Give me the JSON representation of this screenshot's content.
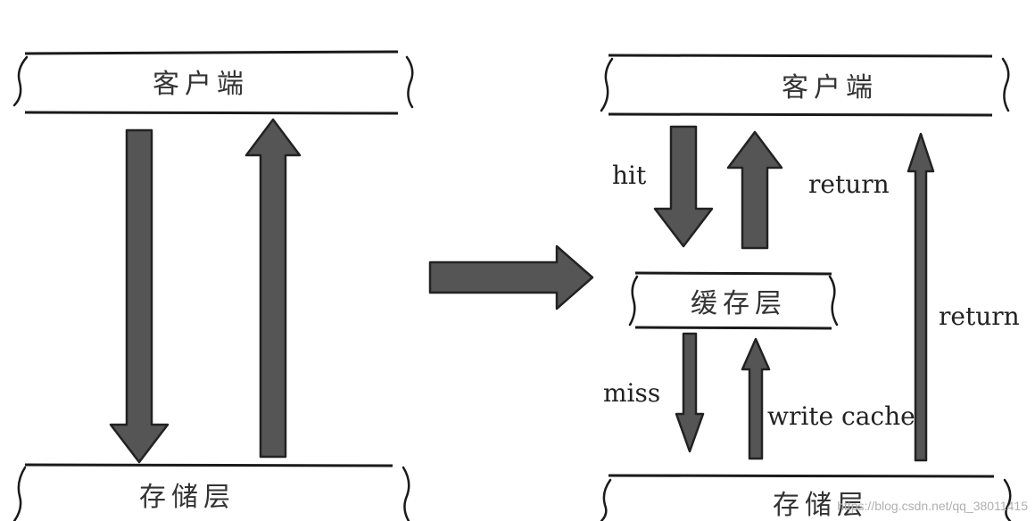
{
  "left": {
    "client_label": "客户端",
    "storage_label": "存储层"
  },
  "right": {
    "client_label": "客户端",
    "cache_label": "缓存层",
    "storage_label": "存储层",
    "hit_label": "hit",
    "return_label_upper": "return",
    "return_label_side": "return",
    "miss_label": "miss",
    "write_cache_label": "write cache"
  },
  "watermark": "https://blog.csdn.net/qq_38011415",
  "colors": {
    "arrow_fill": "#555555",
    "arrow_stroke": "#222222",
    "line": "#1a1a1a"
  }
}
